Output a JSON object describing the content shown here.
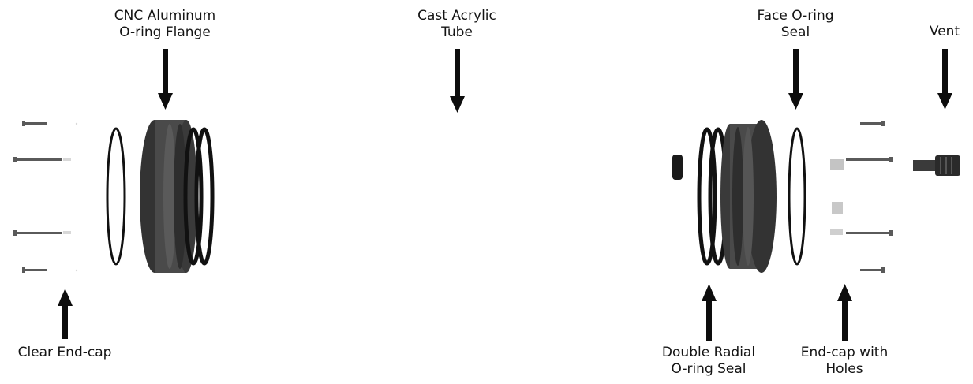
{
  "labels": {
    "flange": {
      "line1": "CNC Aluminum",
      "line2": "O-ring Flange"
    },
    "tube": {
      "line1": "Cast Acrylic",
      "line2": "Tube"
    },
    "face_seal": {
      "line1": "Face O-ring",
      "line2": "Seal"
    },
    "vent": {
      "line1": "Vent"
    },
    "clear_endcap": {
      "line1": "Clear End-cap"
    },
    "radial_seal": {
      "line1": "Double Radial",
      "line2": "O-ring Seal"
    },
    "endcap_holes": {
      "line1": "End-cap with",
      "line2": "Holes"
    }
  },
  "colors": {
    "text": "#141414",
    "arrow": "#0d0d0d",
    "flange_dark": "#2e2e2e",
    "flange_mid": "#4a4a4a",
    "oring": "#111111",
    "screw": "#5a5a5a",
    "endcap_clear": "#e8e8e8"
  }
}
